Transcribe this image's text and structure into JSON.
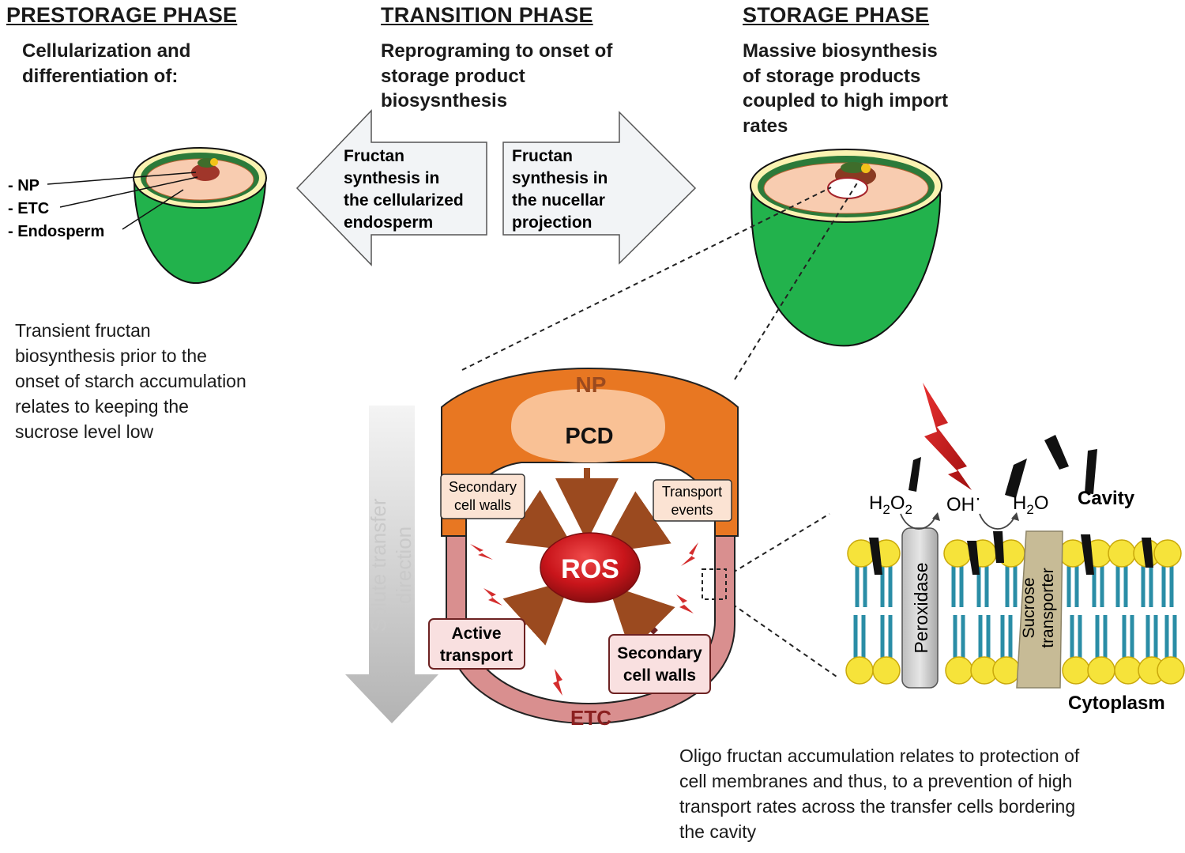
{
  "phases": [
    {
      "title": "PRESTORAGE PHASE",
      "desc": [
        "Cellularization and",
        "differentiation of:"
      ]
    },
    {
      "title": "TRANSITION PHASE",
      "desc": [
        "Reprograming to onset of",
        "storage product",
        "biosysnthesis"
      ]
    },
    {
      "title": "STORAGE PHASE",
      "desc": [
        "Massive biosynthesis",
        "of storage products",
        "coupled to high import",
        "rates"
      ]
    }
  ],
  "grain_labels": {
    "np": "- NP",
    "etc": "- ETC",
    "endosperm": "- Endosperm"
  },
  "arrows": {
    "left": [
      "Fructan",
      "synthesis in",
      "the cellularized",
      "endosperm"
    ],
    "right": [
      "Fructan",
      "synthesis in",
      "the nucellar",
      "projection"
    ]
  },
  "prestorage_note": [
    "Transient fructan",
    "biosynthesis prior to the",
    "onset of starch accumulation",
    "relates to keeping the",
    "sucrose level low"
  ],
  "transfer": {
    "direction_label": [
      "Solute transfer",
      "direction"
    ],
    "np": "NP",
    "pcd": "PCD",
    "etc": "ETC",
    "ros": "ROS",
    "secondary_small": [
      "Secondary",
      "cell walls"
    ],
    "transport_events": [
      "Transport",
      "events"
    ],
    "active_transport": [
      "Active",
      "transport"
    ],
    "secondary_large": [
      "Secondary",
      "cell walls"
    ]
  },
  "membrane": {
    "h2o2_main": "H",
    "h2o2_sub1": "2",
    "h2o2_o": "O",
    "h2o2_sub2": "2",
    "oh": "OH",
    "oh_dot": "·",
    "h2o_main": "H",
    "h2o_sub": "2",
    "h2o_o": "O",
    "cavity": "Cavity",
    "cytoplasm": "Cytoplasm",
    "peroxidase": "Peroxidase",
    "sucrose_transporter": [
      "Sucrose",
      "transporter"
    ]
  },
  "storage_note": [
    "Oligo fructan accumulation relates to protection of",
    "cell membranes and thus, to a prevention of high",
    "transport rates across the transfer cells bordering",
    "the cavity"
  ],
  "colors": {
    "grain_green": "#22b24c",
    "np_orange": "#e87722",
    "ros_red": "#c0161c",
    "etc_pink": "#d98f8f",
    "membrane_teal": "#2a8da6",
    "lipid_yellow": "#f6e33a"
  }
}
